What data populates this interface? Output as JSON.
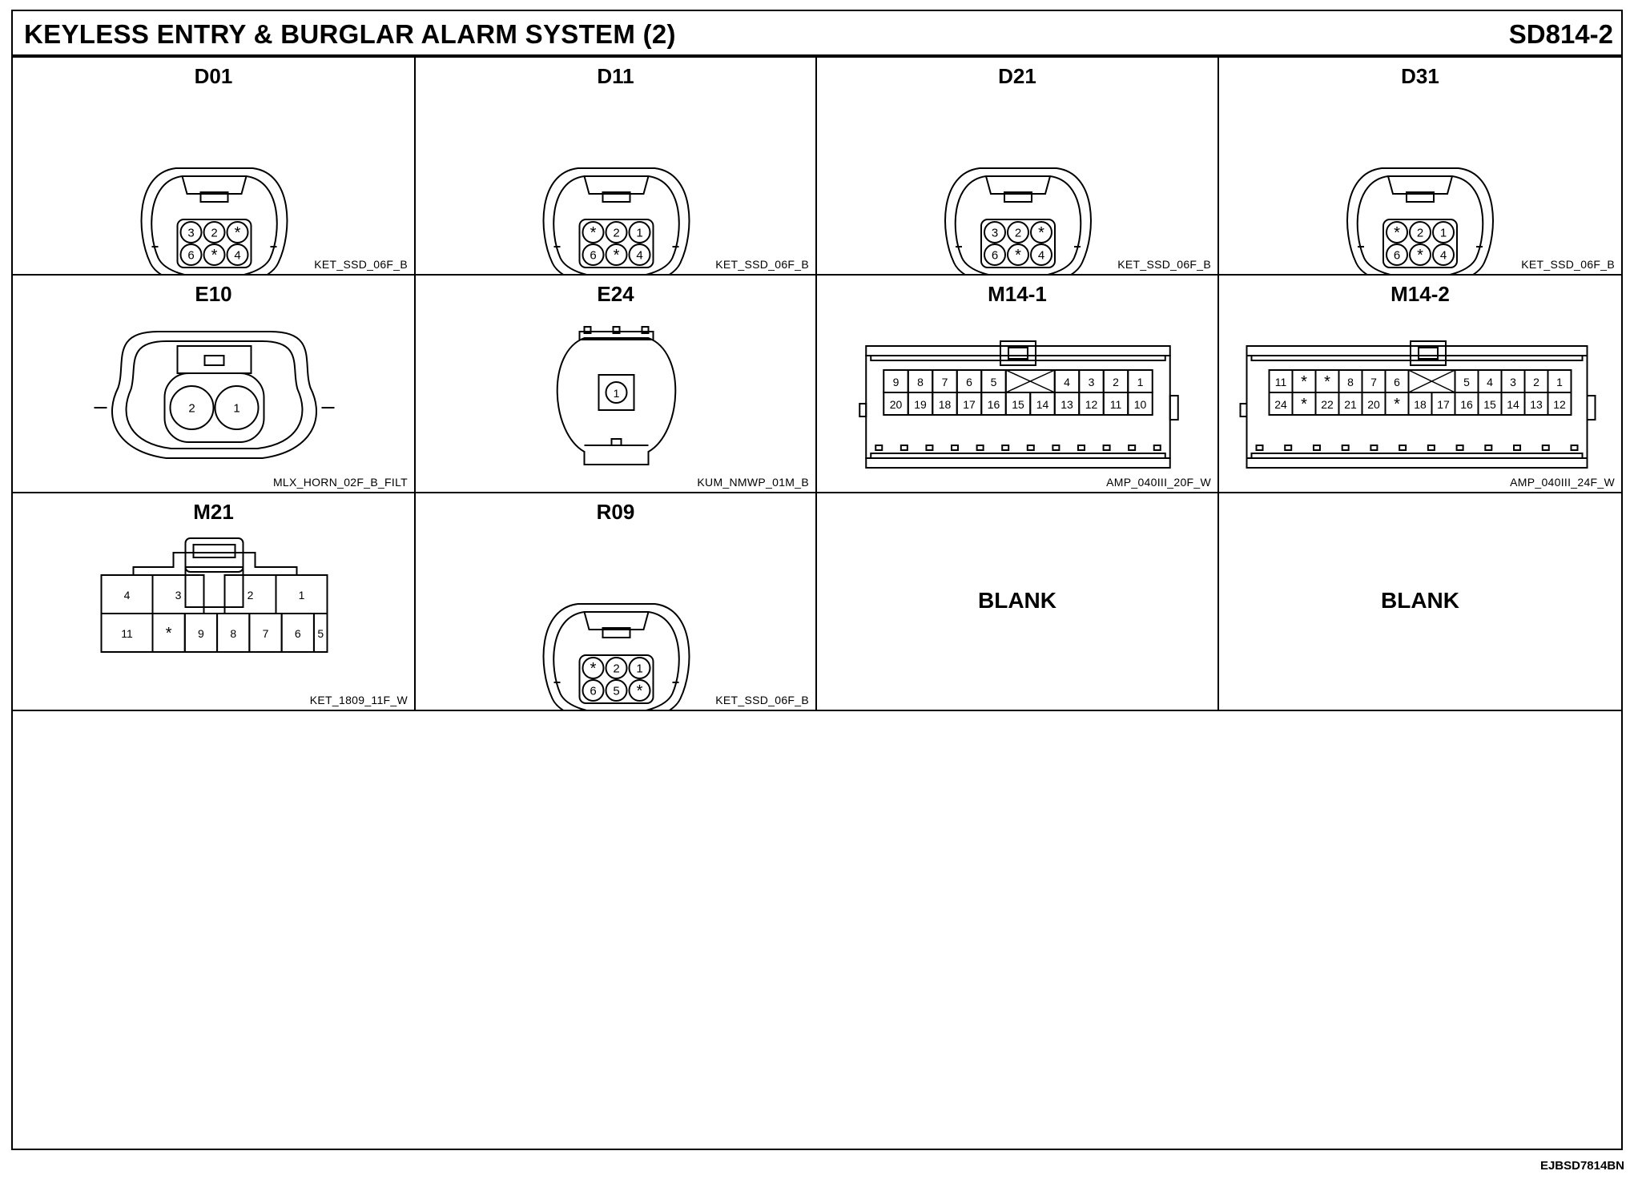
{
  "header": {
    "title": "KEYLESS ENTRY & BURGLAR ALARM SYSTEM (2)",
    "sheet": "SD814-2"
  },
  "connectors": [
    {
      "name": "D01",
      "part": "KET_SSD_06F_B",
      "top": [
        "3",
        "2",
        "*"
      ],
      "bottom": [
        "6",
        "*",
        "4"
      ]
    },
    {
      "name": "D11",
      "part": "KET_SSD_06F_B",
      "top": [
        "*",
        "2",
        "1"
      ],
      "bottom": [
        "6",
        "*",
        "4"
      ]
    },
    {
      "name": "D21",
      "part": "KET_SSD_06F_B",
      "top": [
        "3",
        "2",
        "*"
      ],
      "bottom": [
        "6",
        "*",
        "4"
      ]
    },
    {
      "name": "D31",
      "part": "KET_SSD_06F_B",
      "top": [
        "*",
        "2",
        "1"
      ],
      "bottom": [
        "6",
        "*",
        "4"
      ]
    },
    {
      "name": "E10",
      "part": "MLX_HORN_02F_B_FILT",
      "pins": [
        "2",
        "1"
      ]
    },
    {
      "name": "E24",
      "part": "KUM_NMWP_01M_B",
      "pins": [
        "1"
      ]
    },
    {
      "name": "M14-1",
      "part": "AMP_040III_20F_W",
      "top": [
        "9",
        "8",
        "7",
        "6",
        "5",
        "X",
        "4",
        "3",
        "2",
        "1"
      ],
      "bottom": [
        "20",
        "19",
        "18",
        "17",
        "16",
        "15",
        "14",
        "13",
        "12",
        "11",
        "10"
      ]
    },
    {
      "name": "M14-2",
      "part": "AMP_040III_24F_W",
      "top": [
        "11",
        "*",
        "*",
        "8",
        "7",
        "6",
        "X",
        "5",
        "4",
        "3",
        "2",
        "1"
      ],
      "bottom": [
        "24",
        "*",
        "22",
        "21",
        "20",
        "*",
        "18",
        "17",
        "16",
        "15",
        "14",
        "13",
        "12"
      ]
    },
    {
      "name": "M21",
      "part": "KET_1809_11F_W",
      "top": [
        "4",
        "3",
        "2",
        "1"
      ],
      "bottom": [
        "11",
        "*",
        "9",
        "8",
        "7",
        "6",
        "5"
      ]
    },
    {
      "name": "R09",
      "part": "KET_SSD_06F_B",
      "top": [
        "*",
        "2",
        "1"
      ],
      "bottom": [
        "6",
        "5",
        "*"
      ]
    }
  ],
  "blanks": [
    "BLANK",
    "BLANK"
  ],
  "footer": {
    "code": "EJBSD7814BN"
  }
}
